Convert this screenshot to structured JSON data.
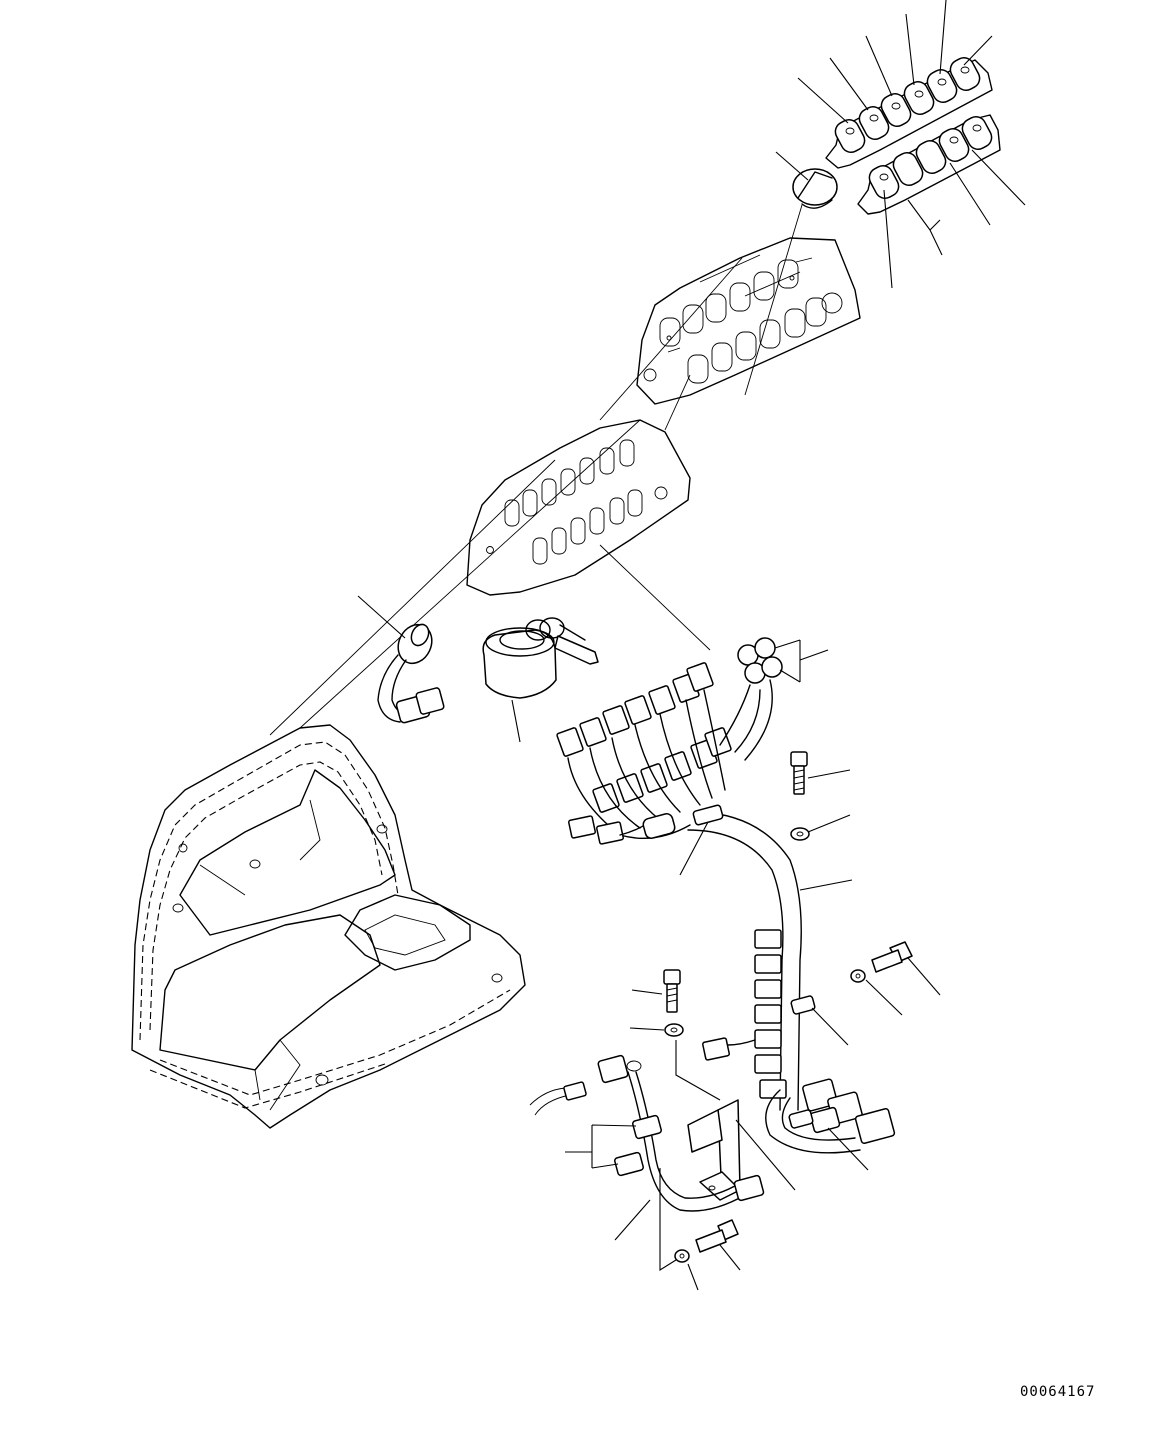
{
  "drawing": {
    "number": "00064167",
    "background": "#ffffff",
    "ink": "#000000"
  },
  "components": [
    "rocker-switch-row-upper",
    "rocker-switch-row-lower",
    "rotary-knob",
    "switch-panel-decal",
    "switch-panel-plate",
    "buzzer-with-connector",
    "key-switch-with-keys",
    "wiring-harness",
    "bolt",
    "washer",
    "clamp",
    "bracket",
    "relay-connectors",
    "sub-harness",
    "console-cover"
  ]
}
